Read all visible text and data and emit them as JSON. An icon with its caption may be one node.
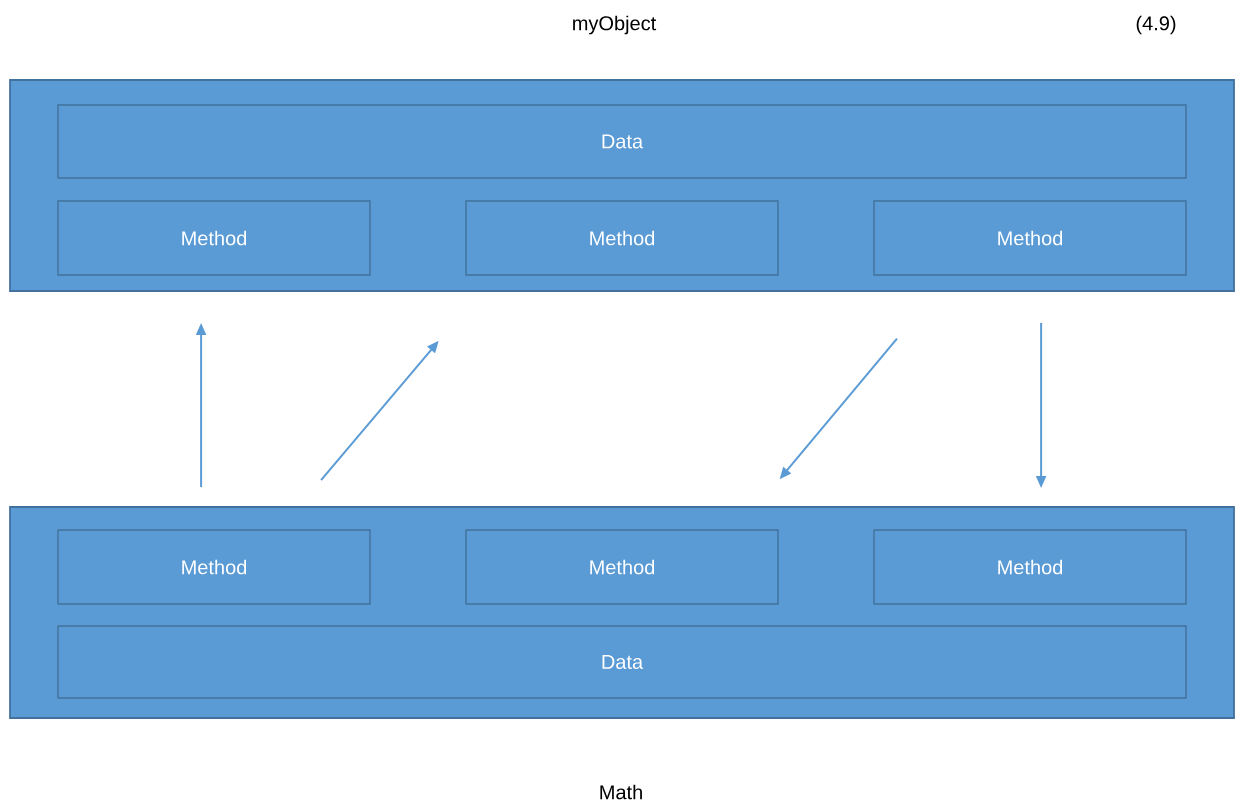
{
  "diagram": {
    "nodes": [
      {
        "text": [
          "myObject"
        ]
      },
      {
        "text": [
          "Data"
        ],
        "in": 0
      },
      {
        "text": [
          "Method"
        ],
        "in": 0
      },
      {
        "text": [
          "Method"
        ],
        "in": 0
      },
      {
        "text": [
          "Method"
        ],
        "in": 0
      },
      {
        "text": [
          "Math"
        ]
      },
      {
        "text": [
          "Method"
        ],
        "in": 5
      },
      {
        "text": [
          "Method"
        ],
        "in": 5
      },
      {
        "text": [
          "Method"
        ],
        "in": 5
      },
      {
        "text": [
          "Data"
        ],
        "in": 5
      }
    ],
    "edges": [
      {
        "from": 5,
        "to": 0,
        "arrow": "to"
      },
      {
        "from": 5,
        "to": 0,
        "arrow": "to"
      },
      {
        "from": 0,
        "to": 5,
        "arrow": "to"
      },
      {
        "from": 0,
        "to": 5,
        "arrow": "to"
      }
    ],
    "labels": [
      "(4.9)"
    ]
  }
}
